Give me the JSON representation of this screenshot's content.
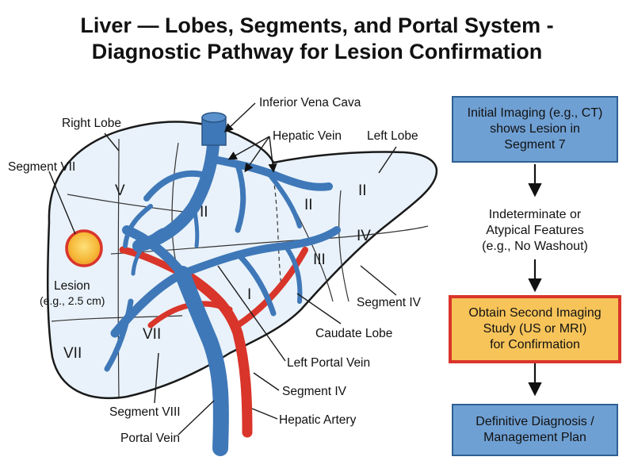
{
  "title": {
    "line1": "Liver — Lobes, Segments, and Portal System -",
    "line2": "Diagnostic Pathway for Lesion Confirmation"
  },
  "anatomy": {
    "labels": {
      "ivc": "Inferior Vena Cava",
      "hepatic_vein": "Hepatic Vein",
      "left_lobe": "Left Lobe",
      "right_lobe": "Right Lobe",
      "segment_vii": "Segment VII",
      "lesion": "Lesion",
      "lesion_size": "(e.g., 2.5 cm)",
      "segment_iv_a": "Segment IV",
      "caudate_lobe": "Caudate Lobe",
      "left_portal_vein": "Left Portal Vein",
      "segment_iv_b": "Segment IV",
      "hepatic_artery": "Hepatic Artery",
      "segment_viii": "Segment VIII",
      "portal_vein": "Portal Vein"
    },
    "segments": {
      "v": "V",
      "ii_center": "II",
      "ii_left_a": "II",
      "ii_left_b": "II",
      "iv": "IV",
      "iii": "III",
      "i": "I",
      "vii_inner": "VII",
      "vii_outer": "VII"
    }
  },
  "flow": {
    "step1": [
      "Initial Imaging (e.g., CT)",
      "shows Lesion in",
      "Segment 7"
    ],
    "step2": [
      "Indeterminate or",
      "Atypical Features",
      "(e.g., No Washout)"
    ],
    "step3": [
      "Obtain Second Imaging",
      "Study (US or MRI)",
      "for Confirmation"
    ],
    "step4": [
      "Definitive Diagnosis /",
      "Management Plan"
    ]
  },
  "colors": {
    "liver_fill": "#e9f2fa",
    "vein_blue": "#3f78b8",
    "artery_red": "#d9352a",
    "lesion_orange": "#f3a020",
    "box_blue": "#6fa0d4",
    "box_orange": "#f7c45a"
  }
}
